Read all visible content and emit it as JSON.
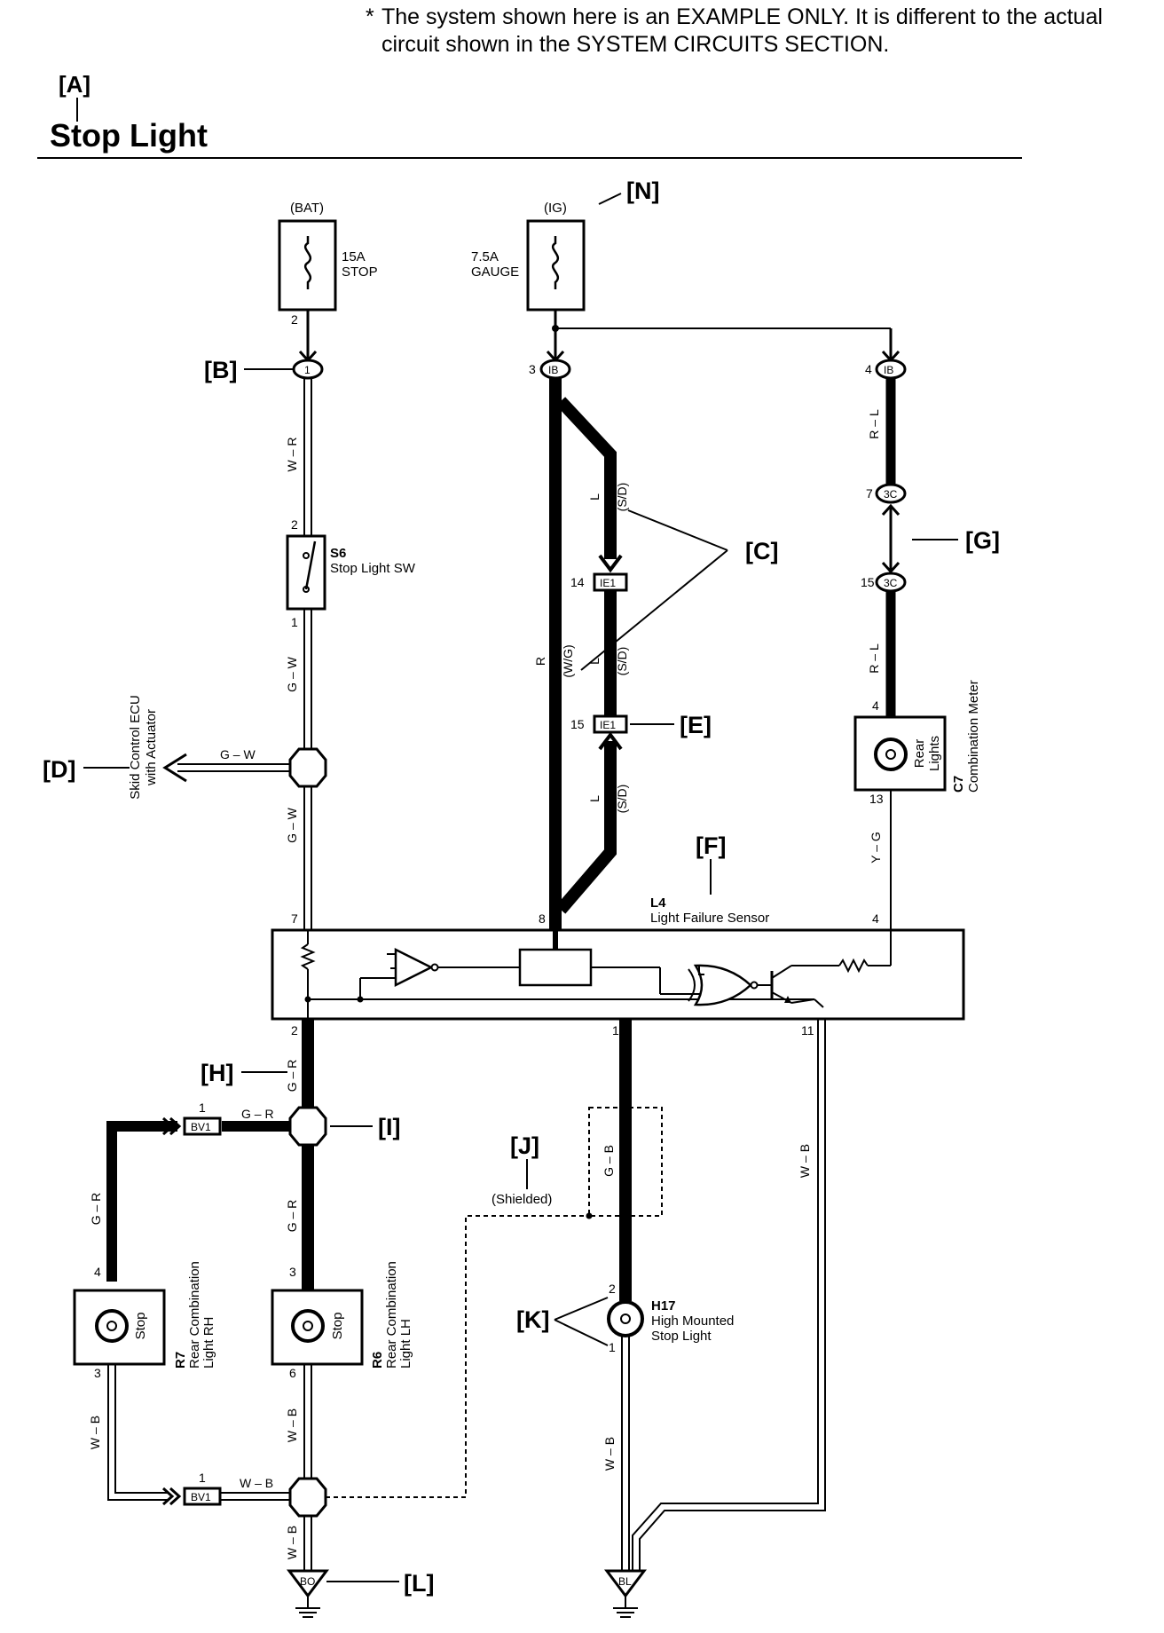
{
  "note": {
    "star": "*",
    "line1": "The system shown here is an EXAMPLE ONLY. It is different to the actual",
    "line2": "circuit shown in the SYSTEM CIRCUITS SECTION."
  },
  "title": {
    "tag": "[A]",
    "text": "Stop Light"
  },
  "callouts": {
    "b": "[B]",
    "c": "[C]",
    "d": "[D]",
    "e": "[E]",
    "f": "[F]",
    "g": "[G]",
    "h": "[H]",
    "i": "[I]",
    "j": "[J]",
    "k": "[K]",
    "l": "[L]",
    "n": "[N]"
  },
  "power": {
    "bat": "(BAT)",
    "ig": "(IG)"
  },
  "fuses": {
    "stop": {
      "amp": "15A",
      "name": "STOP"
    },
    "gauge": {
      "amp": "7.5A",
      "name": "GAUGE"
    }
  },
  "connectors": {
    "c1": "1",
    "ib": "IB",
    "ie1": "IE1",
    "c3c": "3C",
    "bv1": "BV1",
    "bo": "BO",
    "bl": "BL"
  },
  "pins": {
    "fuse_stop_out": "2",
    "ib_left": "3",
    "ib_right": "4",
    "sw_in": "2",
    "sw_out": "1",
    "ie1_top": "14",
    "ie1_bot": "15",
    "c3c_top": "7",
    "c3c_bot": "15",
    "meter_in": "4",
    "meter_out": "13",
    "sensor_7": "7",
    "sensor_8": "8",
    "sensor_4": "4",
    "sensor_2": "2",
    "sensor_1": "1",
    "sensor_11": "11",
    "bv1_top": "1",
    "bv1_bot": "1",
    "rh_in": "4",
    "rh_out": "3",
    "lh_in": "3",
    "lh_out": "6",
    "hm_in": "2",
    "hm_out": "1"
  },
  "wires": {
    "w_r": "W – R",
    "g_w": "G – W",
    "r": "R",
    "l": "L",
    "sd": "(S/D)",
    "wg": "(W/G)",
    "r_l": "R – L",
    "y_g": "Y – G",
    "g_r": "G – R",
    "g_b": "G – B",
    "w_b": "W – B"
  },
  "components": {
    "s6": {
      "code": "S6",
      "name": "Stop Light SW"
    },
    "ecu": {
      "line1": "Skid Control ECU",
      "line2": "with Actuator"
    },
    "l4": {
      "code": "L4",
      "name": "Light Failure Sensor"
    },
    "c7": {
      "code": "C7",
      "name": "Combination Meter",
      "bulb": "Rear",
      "bulb2": "Lights"
    },
    "r7": {
      "code": "R7",
      "line1": "Rear Combination",
      "line2": "Light RH",
      "bulb": "Stop"
    },
    "r6": {
      "code": "R6",
      "line1": "Rear Combination",
      "line2": "Light LH",
      "bulb": "Stop"
    },
    "h17": {
      "code": "H17",
      "line1": "High Mounted",
      "line2": "Stop Light"
    },
    "shield": "(Shielded)"
  }
}
